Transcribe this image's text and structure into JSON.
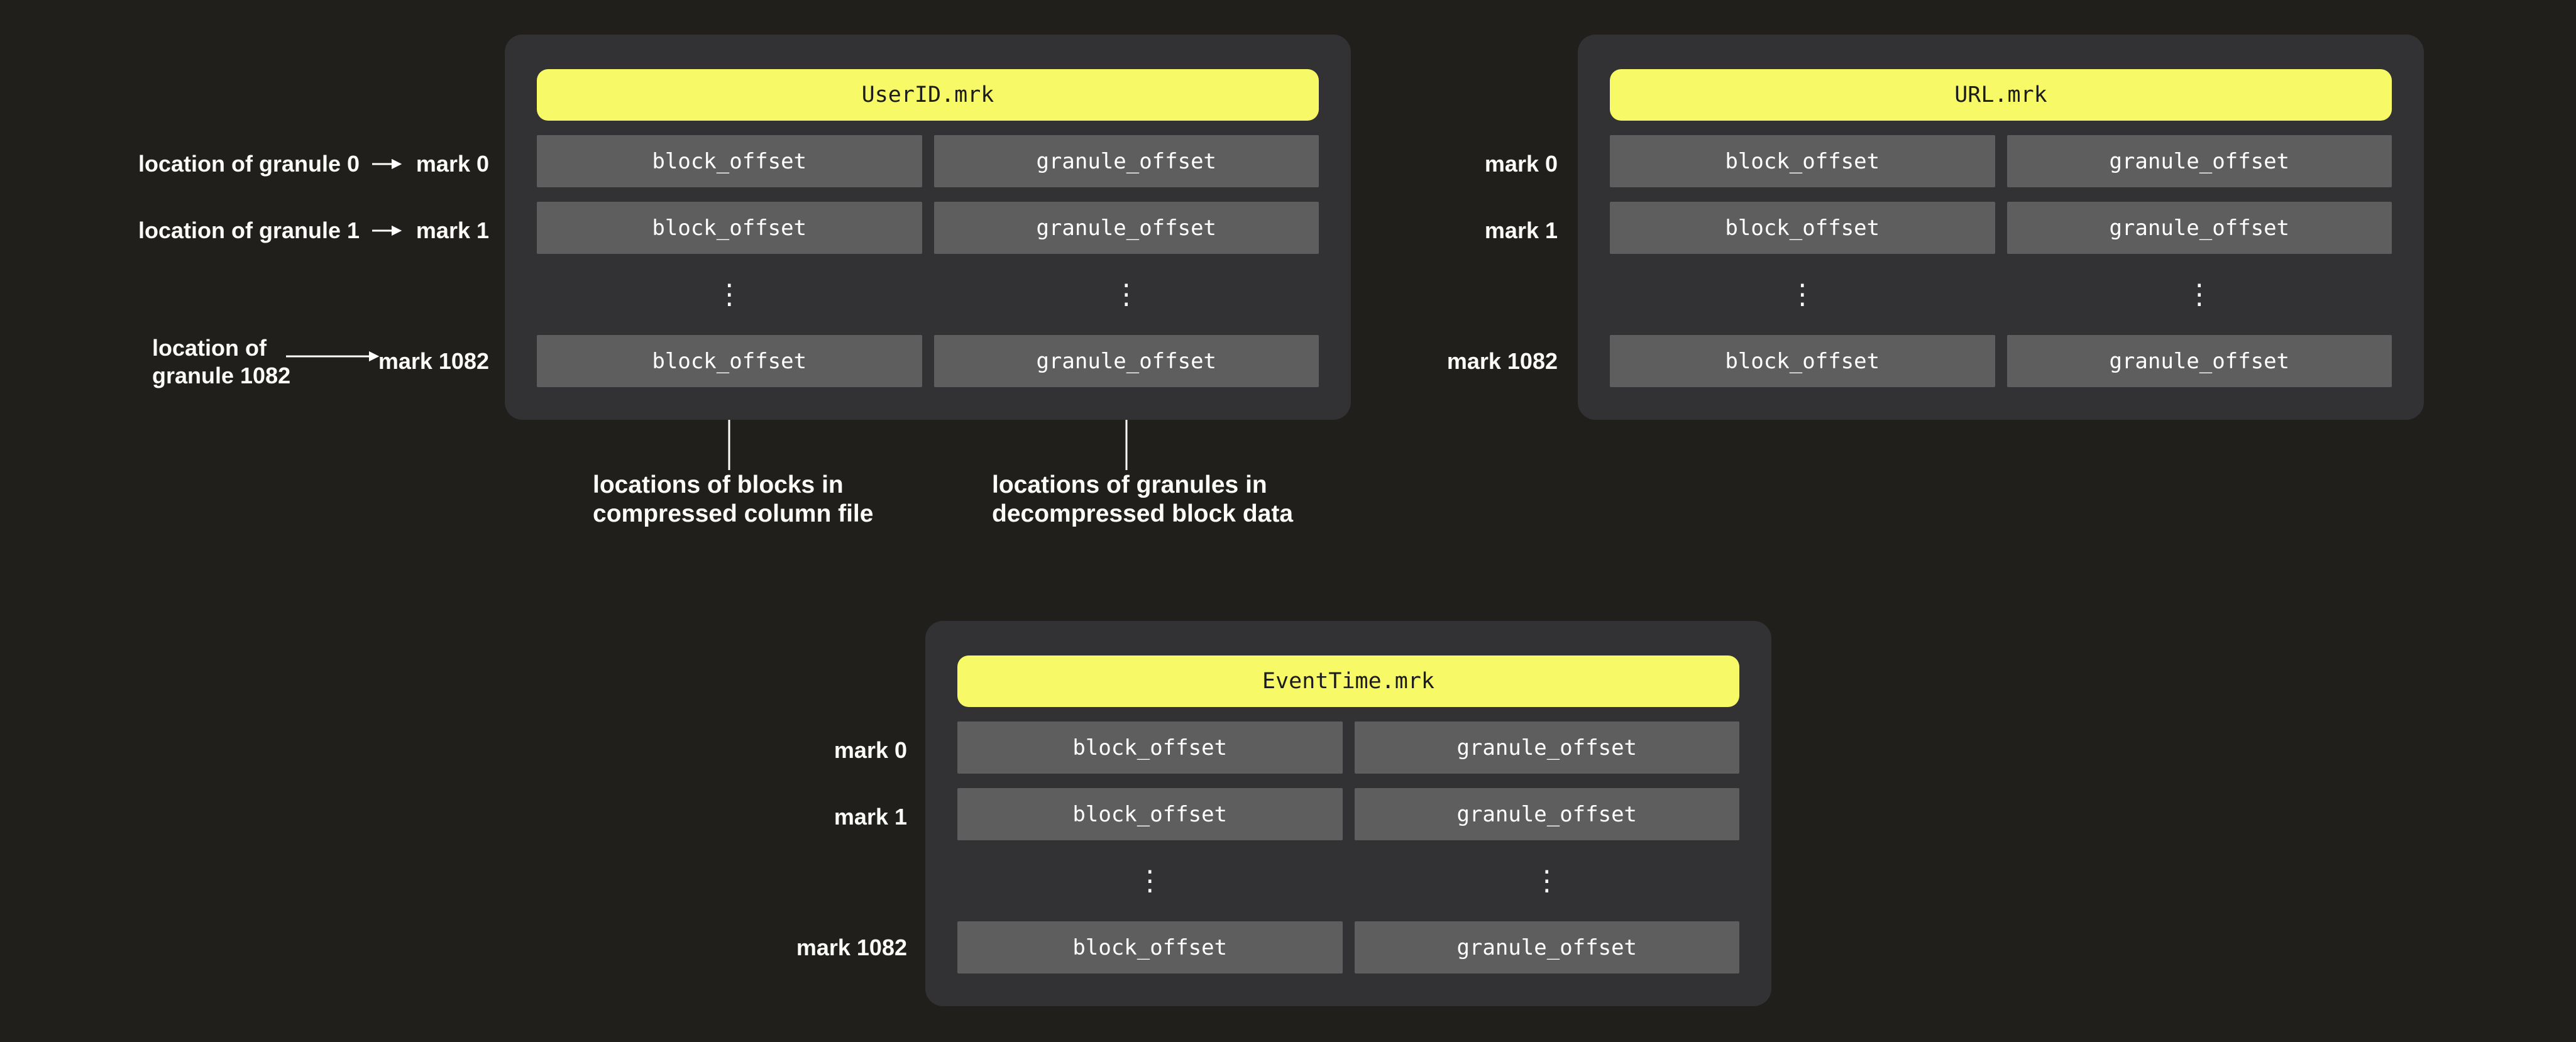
{
  "colors": {
    "page_bg": "#201f1b",
    "panel_bg": "#323234",
    "cell_bg": "#5e5e5e",
    "accent_yellow": "#f7fa66",
    "title_text": "#1c1c1c",
    "light_text": "#fbfbf8",
    "cell_text": "#ffffff"
  },
  "panels": [
    {
      "id": "userid",
      "title": "UserID.mrk",
      "marks": [
        "mark 0",
        "mark 1",
        "mark 1082"
      ],
      "ellipsis": "⋮",
      "rows": [
        {
          "block": "block_offset",
          "granule": "granule_offset"
        },
        {
          "block": "block_offset",
          "granule": "granule_offset"
        },
        {
          "block": "block_offset",
          "granule": "granule_offset"
        }
      ]
    },
    {
      "id": "url",
      "title": "URL.mrk",
      "marks": [
        "mark 0",
        "mark 1",
        "mark 1082"
      ],
      "ellipsis": "⋮",
      "rows": [
        {
          "block": "block_offset",
          "granule": "granule_offset"
        },
        {
          "block": "block_offset",
          "granule": "granule_offset"
        },
        {
          "block": "block_offset",
          "granule": "granule_offset"
        }
      ]
    },
    {
      "id": "eventtime",
      "title": "EventTime.mrk",
      "marks": [
        "mark 0",
        "mark 1",
        "mark 1082"
      ],
      "ellipsis": "⋮",
      "rows": [
        {
          "block": "block_offset",
          "granule": "granule_offset"
        },
        {
          "block": "block_offset",
          "granule": "granule_offset"
        },
        {
          "block": "block_offset",
          "granule": "granule_offset"
        }
      ]
    }
  ],
  "annotations": {
    "granule_location_0": "location of granule 0",
    "granule_location_1": "location of granule 1",
    "granule_location_1082_line1": "location of",
    "granule_location_1082_line2": "granule 1082",
    "blocks_note_line1": "locations of blocks in",
    "blocks_note_line2": "compressed column file",
    "granules_note_line1": "locations of granules in",
    "granules_note_line2": "decompressed block data"
  }
}
